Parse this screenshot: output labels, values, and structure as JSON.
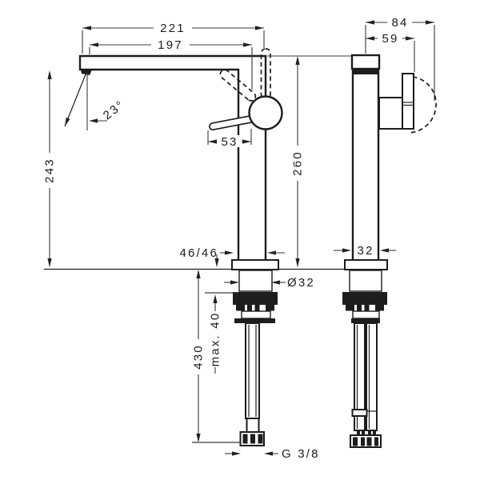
{
  "dimensions": {
    "spout_overall": "221",
    "spout_reach": "197",
    "height_to_outlet": "243",
    "stream_angle": "23°",
    "lever_length": "53",
    "total_height": "260",
    "base_clearance": "46/46",
    "shank_diameter": "Ø32",
    "depth_overall": "84",
    "handle_projection": "59",
    "body_depth": "32",
    "deck_thickness": "max. 40",
    "hose_length": "430",
    "connection": "G 3/8"
  },
  "colors": {
    "line": "#1d1d1d",
    "dimension": "#3a3a3a",
    "background": "#ffffff"
  }
}
